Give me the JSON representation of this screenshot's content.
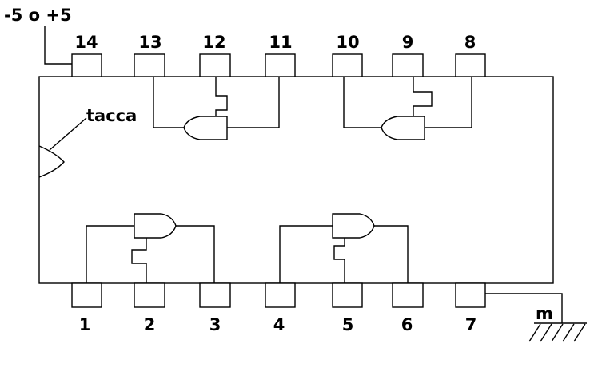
{
  "supply_label": "-5 o +5",
  "notch_label": "tacca",
  "ground_label": "m",
  "top_pins": [
    "14",
    "13",
    "12",
    "11",
    "10",
    "9",
    "8"
  ],
  "bottom_pins": [
    "1",
    "2",
    "3",
    "4",
    "5",
    "6",
    "7"
  ],
  "colors": {
    "stroke": "#000000",
    "background": "#ffffff"
  }
}
